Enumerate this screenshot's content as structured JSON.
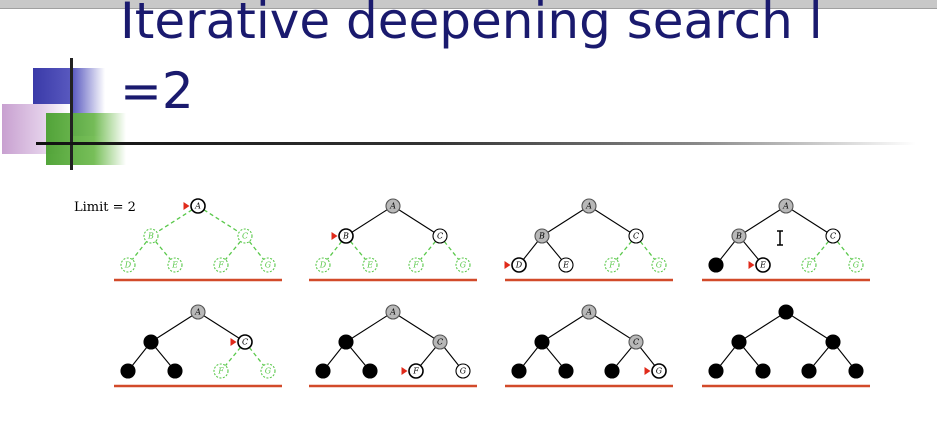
{
  "slide": {
    "title": "Iterative deepening search l\n=2",
    "limit_label": "Limit = 2"
  },
  "colors": {
    "title": "#1a1a6e",
    "frontier_green": "#59c84a",
    "expanded_gray": "#b8b8b8",
    "visited_black": "#000000",
    "baseline_red": "#d24a2a",
    "pointer_red": "#e02a1a"
  },
  "panels": [
    {
      "states": {
        "A": "current",
        "B": "frontier",
        "C": "frontier",
        "D": "frontier",
        "E": "frontier",
        "F": "frontier",
        "G": "frontier"
      },
      "pointer": "A"
    },
    {
      "states": {
        "A": "expanded",
        "B": "current",
        "C": "open",
        "D": "frontier",
        "E": "frontier",
        "F": "frontier",
        "G": "frontier"
      },
      "pointer": "B"
    },
    {
      "states": {
        "A": "expanded",
        "B": "expanded",
        "C": "open",
        "D": "current",
        "E": "open",
        "F": "frontier",
        "G": "frontier"
      },
      "pointer": "D"
    },
    {
      "states": {
        "A": "expanded",
        "B": "expanded",
        "C": "open",
        "D": "visited",
        "E": "current",
        "F": "frontier",
        "G": "frontier"
      },
      "pointer": "E",
      "cursor": true
    },
    {
      "states": {
        "A": "expanded",
        "B": "visited",
        "C": "current",
        "D": "visited",
        "E": "visited",
        "F": "frontier",
        "G": "frontier"
      },
      "pointer": "C"
    },
    {
      "states": {
        "A": "expanded",
        "B": "visited",
        "C": "expanded",
        "D": "visited",
        "E": "visited",
        "F": "current",
        "G": "open"
      },
      "pointer": "F"
    },
    {
      "states": {
        "A": "expanded",
        "B": "visited",
        "C": "expanded",
        "D": "visited",
        "E": "visited",
        "F": "visited",
        "G": "current"
      },
      "pointer": "G"
    },
    {
      "states": {
        "A": "visited",
        "B": "visited",
        "C": "visited",
        "D": "visited",
        "E": "visited",
        "F": "visited",
        "G": "visited"
      },
      "pointer": null
    }
  ]
}
